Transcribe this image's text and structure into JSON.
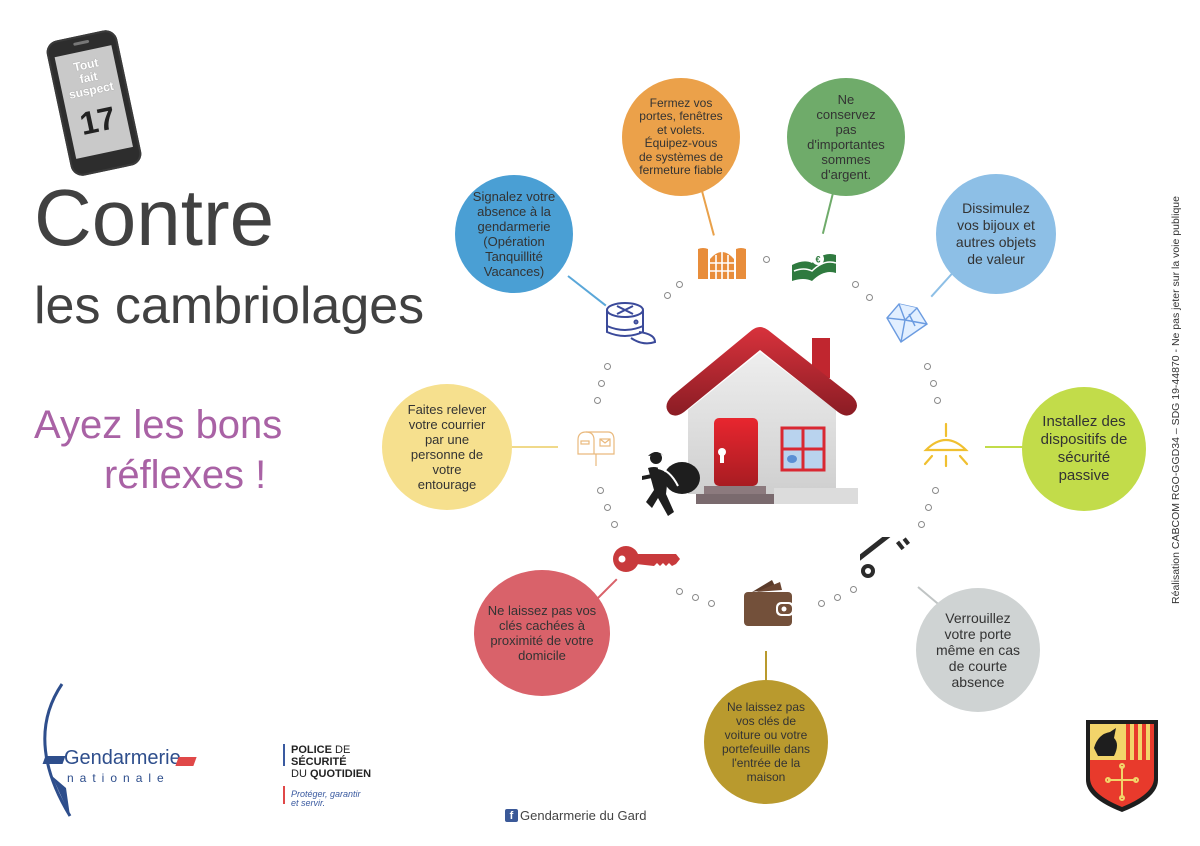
{
  "phone": {
    "text": "Tout\nfait\nsuspect",
    "number": "17"
  },
  "title": {
    "line1": "Contre",
    "line2": "les cambriolages"
  },
  "tagline": {
    "line1": "Ayez les bons",
    "line2": "réflexes !"
  },
  "tips": [
    {
      "id": "signal-absence",
      "text": "Signalez votre\nabsence à la\ngendarmerie\n(Opération\nTanquillité\nVacances)",
      "color": "#4a9fd4",
      "icon": "gendarme-kepi-icon"
    },
    {
      "id": "close-doors",
      "text": "Fermez vos\nportes, fenêtres\net volets.\nÉquipez-vous\nde systèmes de\nfermeture fiable",
      "color": "#eba14a",
      "icon": "window-shutters-icon"
    },
    {
      "id": "no-cash",
      "text": "Ne\nconservez\npas\nd'importantes\nsommes\nd'argent.",
      "color": "#6fab6a",
      "icon": "euro-banknotes-icon"
    },
    {
      "id": "hide-jewels",
      "text": "Dissimulez\nvos bijoux et\nautres objets\nde valeur",
      "color": "#8dbfe6",
      "icon": "diamond-icon"
    },
    {
      "id": "passive-security",
      "text": "Installez des\ndispositifs de\nsécurité\npassive",
      "color": "#c2dc4a",
      "icon": "lamp-icon"
    },
    {
      "id": "lock-door",
      "text": "Verrouillez\nvotre porte\nmême en cas\nde courte\nabsence",
      "color": "#cfd3d3",
      "icon": "old-key-icon"
    },
    {
      "id": "car-keys-wallet",
      "text": "Ne laissez pas\nvos clés de\nvoiture ou votre\nportefeuille dans\nl'entrée de la\nmaison",
      "color": "#b99a2e",
      "icon": "wallet-icon"
    },
    {
      "id": "hidden-keys",
      "text": "Ne laissez pas vos\nclés cachées à\nproximité de votre\ndomicile",
      "color": "#d9626a",
      "icon": "red-key-icon"
    },
    {
      "id": "mail",
      "text": "Faites relever\nvotre courrier\npar une\npersonne de\nvotre\nentourage",
      "color": "#f6e08e",
      "icon": "mailbox-icon"
    }
  ],
  "side_note": "Réalisation CABCOM RGO-GGD34  –  SDG 19-44870  -  Ne pas jeter sur la voie publique",
  "footer": {
    "gendarmerie": {
      "word": "Gendarmerie",
      "sub": "nationale"
    },
    "psq": {
      "line1_bold": "POLICE",
      "line1_light": "DE",
      "line2": "SÉCURITÉ",
      "line3_light": "DU",
      "line3_bold": "QUOTIDIEN",
      "slogan": "Protéger, garantir\net servir."
    },
    "facebook": {
      "icon": "f",
      "label": "Gendarmerie du Gard"
    }
  },
  "colors": {
    "title": "#414141",
    "tagline": "#a962a5",
    "house_roof": "#c62a36",
    "door": "#e5252f"
  }
}
